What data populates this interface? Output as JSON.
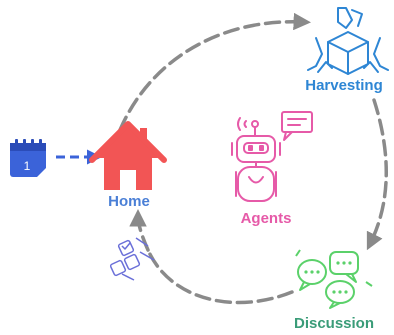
{
  "diagram": {
    "nodes": {
      "home": {
        "label": "Home",
        "icon": "house-icon"
      },
      "agents": {
        "label": "Agents",
        "icon": "robot-icon"
      },
      "harvesting": {
        "label": "Harvesting",
        "icon": "harvesting-hands-icon"
      },
      "discussion": {
        "label": "Discussion",
        "icon": "chat-bubbles-icon"
      }
    },
    "calendar": {
      "day": "1",
      "icon": "calendar-icon"
    },
    "checklist": {
      "icon": "checklist-icon"
    },
    "colors": {
      "home": "#f25555",
      "home_label": "#4a7fd6",
      "calendar": "#3b63d9",
      "agents": "#e65aa8",
      "harvesting": "#2e86d4",
      "discussion": "#3a9c78",
      "discussion_icon": "#5bd16a",
      "cycle_arrow": "#8a8a8a",
      "checklist": "#6a6fd8"
    }
  }
}
